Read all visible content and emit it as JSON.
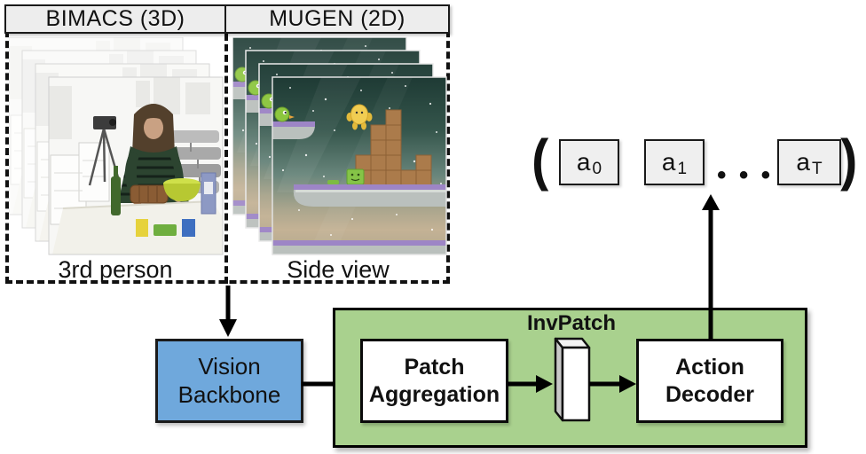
{
  "datasets": {
    "bimacs": {
      "header": "BIMACS (3D)",
      "caption": "3rd person"
    },
    "mugen": {
      "header": "MUGEN (2D)",
      "caption": "Side view"
    }
  },
  "pipeline": {
    "vision_backbone": {
      "label": "Vision Backbone"
    },
    "patch_aggregation": {
      "label": "Patch Aggregation"
    },
    "invpatch": {
      "label": "InvPatch"
    },
    "action_decoder": {
      "label": "Action Decoder"
    }
  },
  "output_sequence": {
    "open_paren": "(",
    "tokens": [
      {
        "base": "a",
        "sub": "0"
      },
      {
        "base": "a",
        "sub": "1"
      },
      {
        "base": "a",
        "sub": "T"
      }
    ],
    "ellipsis": "• • •",
    "close_paren": ")"
  },
  "colors": {
    "backbone_fill": "#6FA8DC",
    "module_fill": "#A9D18E",
    "token_fill": "#EFEFEF",
    "header_fill": "#EDEDED",
    "outline": "#111111"
  }
}
